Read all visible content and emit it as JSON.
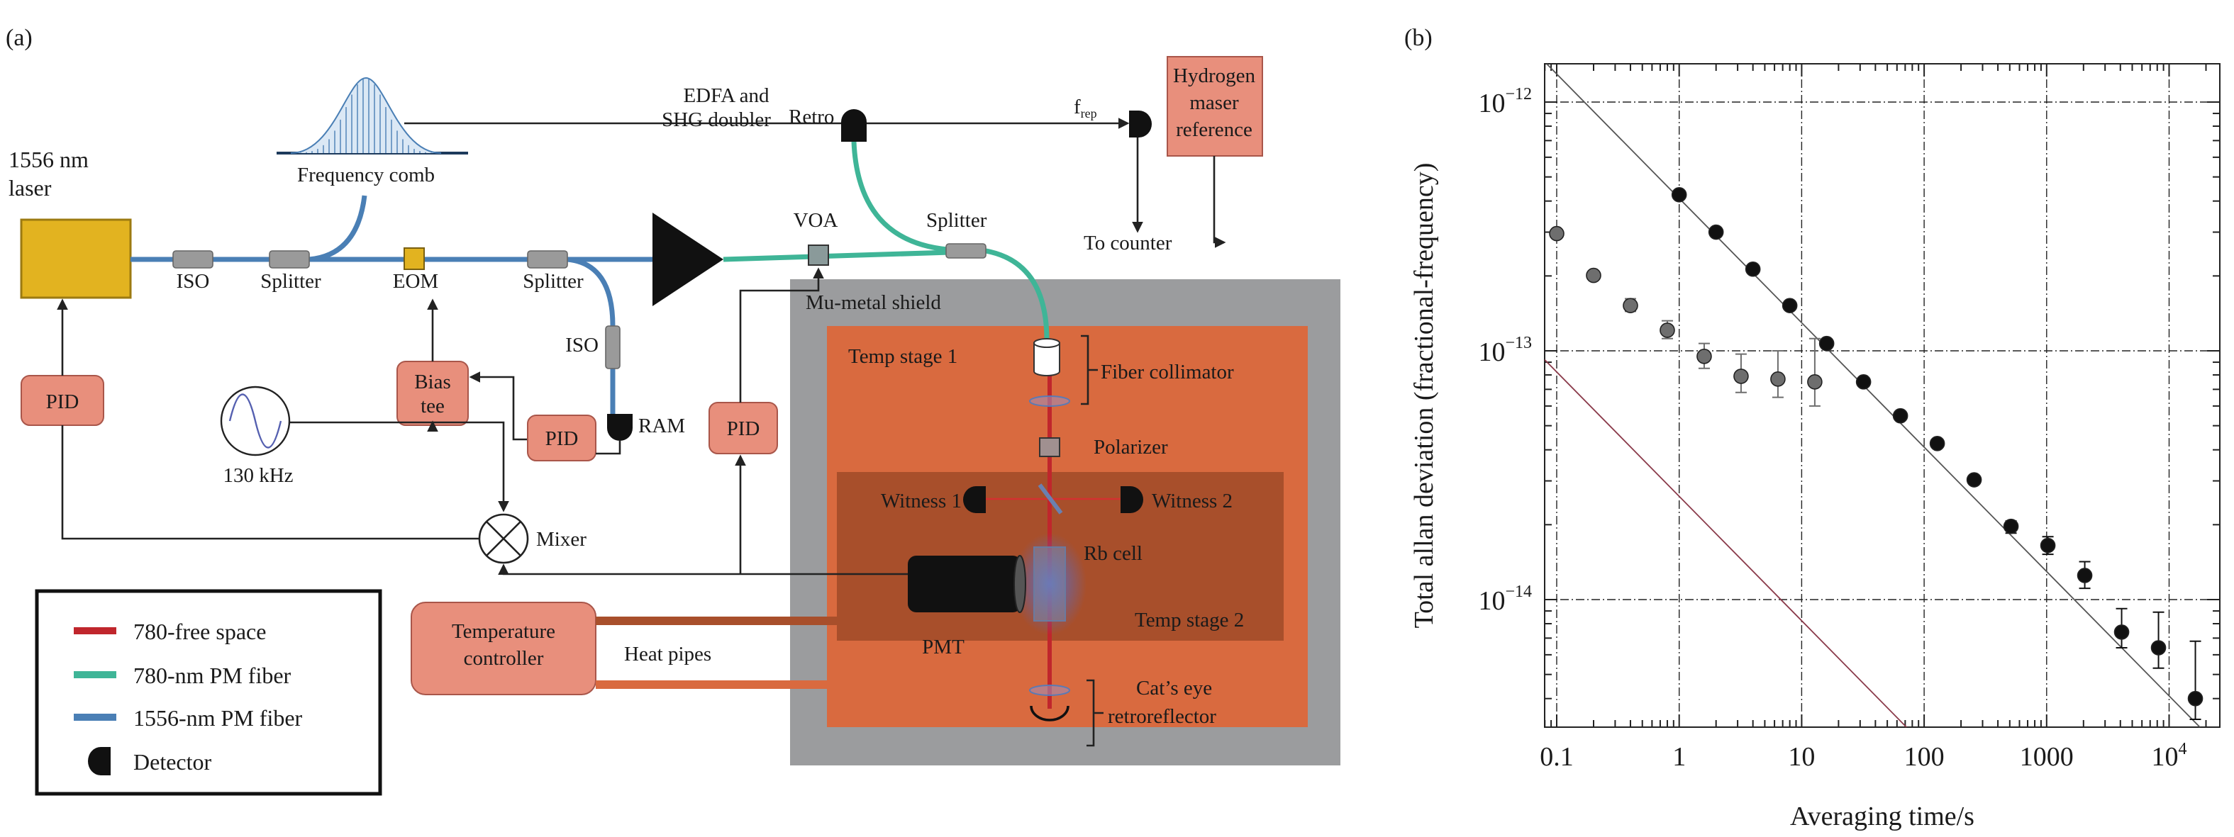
{
  "panels": {
    "a": "(a)",
    "b": "(b)"
  },
  "diagram": {
    "laser": [
      "1556 nm",
      "laser"
    ],
    "frequency_comb": "Frequency comb",
    "iso": "ISO",
    "splitter": "Splitter",
    "eom": "EOM",
    "edfa": [
      "EDFA and",
      "SHG doubler"
    ],
    "voa": "VOA",
    "retro": "Retro",
    "frep": {
      "base": "f",
      "sub": "rep"
    },
    "to_counter": "To counter",
    "hydrogen_maser": [
      "Hydrogen",
      "maser",
      "reference"
    ],
    "pid": "PID",
    "bias_tee": [
      "Bias",
      "tee"
    ],
    "ram": "RAM",
    "oscillator": "130 kHz",
    "mixer": "Mixer",
    "mu_metal": "Mu-metal shield",
    "temp_stage_1": "Temp stage 1",
    "temp_stage_2": "Temp stage 2",
    "fiber_collimator": "Fiber collimator",
    "polarizer": "Polarizer",
    "witness_1": "Witness 1",
    "witness_2": "Witness 2",
    "rb_cell": "Rb cell",
    "pmt": "PMT",
    "cats_eye": [
      "Cat’s eye",
      "retroreflector"
    ],
    "temperature_controller": [
      "Temperature",
      "controller"
    ],
    "heat_pipes": "Heat pipes",
    "legend": [
      {
        "label": "780-free space",
        "color": "#c0262c"
      },
      {
        "label": "780-nm PM fiber",
        "color": "#3fb597"
      },
      {
        "label": "1556-nm PM fiber",
        "color": "#4a7fb5"
      },
      {
        "label": "Detector",
        "color": "#111111"
      }
    ],
    "colors": {
      "box": "#e88f7c",
      "shield": "#9b9c9e",
      "temp_stage_1": "#d96a3f",
      "temp_stage_2": "#a84f2b",
      "laser": "#e2b320"
    }
  },
  "chart_data": {
    "type": "scatter",
    "xlabel": "Averaging time/s",
    "ylabel": "Total allan deviation (fractional-frequency)",
    "xscale": "log",
    "yscale": "log",
    "xlim": [
      0.08,
      26000
    ],
    "ylim": [
      3.1e-15,
      1.43e-12
    ],
    "grid": true,
    "x_ticks": [
      {
        "v": 0.1,
        "label": "0.1"
      },
      {
        "v": 1,
        "label": "1"
      },
      {
        "v": 10,
        "label": "10"
      },
      {
        "v": 100,
        "label": "100"
      },
      {
        "v": 1000,
        "label": "1000"
      },
      {
        "v": 10000,
        "base": "10",
        "exp": "4"
      }
    ],
    "y_ticks": [
      {
        "v": 1e-12,
        "base": "10",
        "exp": "−12"
      },
      {
        "v": 1e-13,
        "base": "10",
        "exp": "−13"
      },
      {
        "v": 1e-14,
        "base": "10",
        "exp": "−14"
      }
    ],
    "series": [
      {
        "color": "#111111",
        "x": [
          1,
          2,
          4,
          8,
          16,
          32,
          64,
          128,
          256,
          512,
          1024,
          2048,
          4096,
          8192,
          16384
        ],
        "y": [
          4.24e-13,
          3e-13,
          2.13e-13,
          1.52e-13,
          1.07e-13,
          7.5e-14,
          5.48e-14,
          4.24e-14,
          3.03e-14,
          1.97e-14,
          1.65e-14,
          1.25e-14,
          7.4e-15,
          6.4e-15,
          4e-15
        ],
        "err_low": [
          null,
          null,
          null,
          null,
          null,
          null,
          null,
          null,
          null,
          1.85e-14,
          1.52e-14,
          1.11e-14,
          6.4e-15,
          5.3e-15,
          3.3e-15
        ],
        "err_high": [
          null,
          null,
          null,
          null,
          null,
          null,
          null,
          null,
          null,
          2.07e-14,
          1.79e-14,
          1.42e-14,
          9.2e-15,
          8.9e-15,
          6.8e-15
        ]
      },
      {
        "color": "#6e6e6e",
        "x": [
          0.1,
          0.2,
          0.4,
          0.8,
          1.6,
          3.2,
          6.4,
          12.8
        ],
        "y": [
          2.96e-13,
          2.01e-13,
          1.52e-13,
          1.21e-13,
          9.5e-14,
          7.9e-14,
          7.7e-14,
          7.5e-14
        ],
        "err_low": [
          null,
          null,
          1.44e-13,
          1.12e-13,
          8.5e-14,
          6.8e-14,
          6.5e-14,
          6e-14
        ],
        "err_high": [
          null,
          null,
          1.62e-13,
          1.32e-13,
          1.07e-13,
          9.7e-14,
          1e-13,
          1.12e-13
        ]
      }
    ],
    "lines": [
      {
        "color": "#555555",
        "coefficient": 4.1e-13,
        "slope": -0.5
      },
      {
        "color": "#8a3a4a",
        "coefficient": 2.6e-14,
        "slope": -0.5
      }
    ]
  }
}
